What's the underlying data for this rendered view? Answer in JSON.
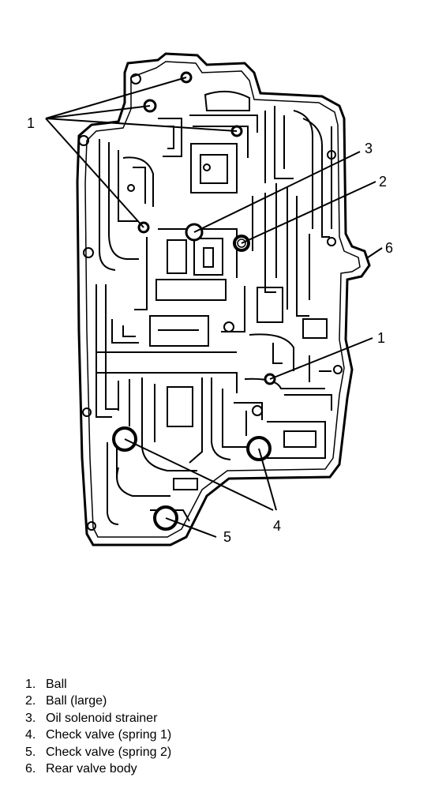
{
  "diagram": {
    "callouts": [
      "1",
      "3",
      "2",
      "6",
      "1",
      "4",
      "5"
    ]
  },
  "legend": [
    {
      "num": "1.",
      "text": "Ball"
    },
    {
      "num": "2.",
      "text": "Ball (large)"
    },
    {
      "num": "3.",
      "text": "Oil solenoid strainer"
    },
    {
      "num": "4.",
      "text": "Check valve (spring 1)"
    },
    {
      "num": "5.",
      "text": "Check valve (spring 2)"
    },
    {
      "num": "6.",
      "text": "Rear valve body"
    }
  ]
}
